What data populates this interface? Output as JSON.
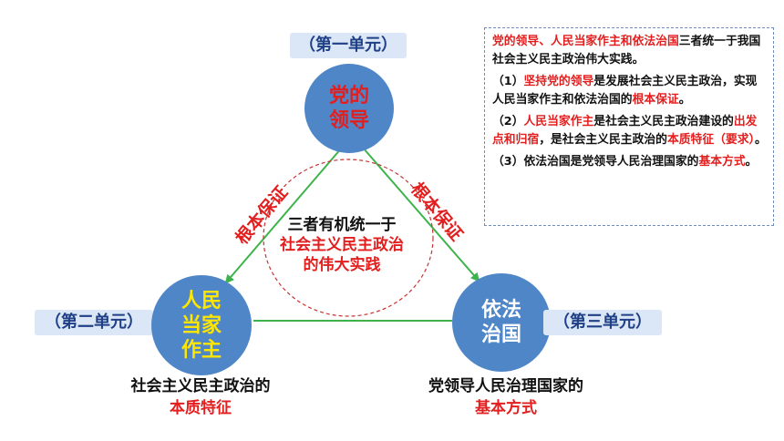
{
  "nodes": {
    "top": {
      "tag": "（第一单元）",
      "lines": [
        "党的",
        "领导"
      ]
    },
    "left": {
      "tag": "（第二单元）",
      "lines": [
        "人民",
        "当家",
        "作主"
      ],
      "caption_black": "社会主义民主政治的",
      "caption_red": "本质特征"
    },
    "right": {
      "tag": "（第三单元）",
      "lines": [
        "依法",
        "治国"
      ],
      "caption_black": "党领导人民治理国家的",
      "caption_red": "基本方式"
    }
  },
  "edges": {
    "left_label": "根本保证",
    "right_label": "根本保证"
  },
  "center": {
    "line1": "三者有机统一于",
    "line2": "社会主义民主政治",
    "line3": "的伟大实践"
  },
  "info": {
    "p1_red": "党的领导、人民当家作主和依法治国",
    "p1_black": "三者统一于我国社会主义民主政治伟大实践。",
    "p2_a": "（1）",
    "p2_b_red": "坚持党的领导",
    "p2_c": "是发展社会主义民主政治，实现人民当家作主和依法治国的",
    "p2_d_red": "根本保证",
    "p2_e": "。",
    "p3_a": "（2）",
    "p3_b_red": "人民当家作主",
    "p3_c": "是社会主义民主政治建设的",
    "p3_d_red": "出发点和归宿",
    "p3_e": "，是社会主义民主政治的",
    "p3_f_red": "本质特征（要求）",
    "p3_g": "。",
    "p4_a": "（3）依法治国是党领导人民治理国家的",
    "p4_b_red": "基本方式",
    "p4_c": "。"
  },
  "colors": {
    "circle": "#4f86c8",
    "arrow": "#3cb44b",
    "red": "#e31e1e",
    "yellow": "#ffe600",
    "tag_bg": "#dbe7f6"
  }
}
